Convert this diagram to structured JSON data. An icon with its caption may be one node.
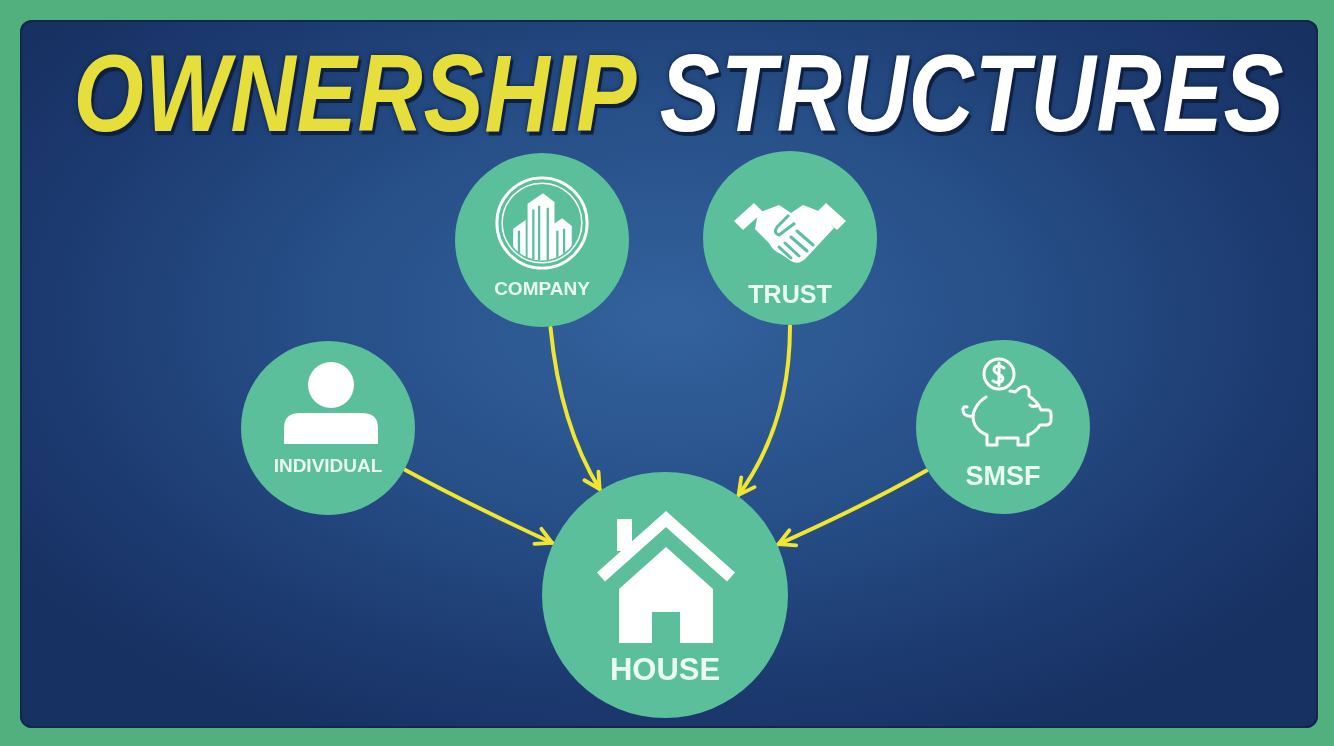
{
  "diagram": {
    "title": "OWNERSHIP STRUCTURES",
    "nodes": [
      {
        "text": [
          "COMPANY"
        ]
      },
      {
        "text": [
          "TRUST"
        ]
      },
      {
        "text": [
          "INDIVIDUAL"
        ]
      },
      {
        "text": [
          "SMSF"
        ]
      },
      {
        "text": [
          "HOUSE"
        ]
      }
    ],
    "edges": [
      {
        "from": 0,
        "to": 4,
        "arrow": "to"
      },
      {
        "from": 1,
        "to": 4,
        "arrow": "to"
      },
      {
        "from": 2,
        "to": 4,
        "arrow": "to"
      },
      {
        "from": 3,
        "to": 4,
        "arrow": "to"
      }
    ]
  }
}
